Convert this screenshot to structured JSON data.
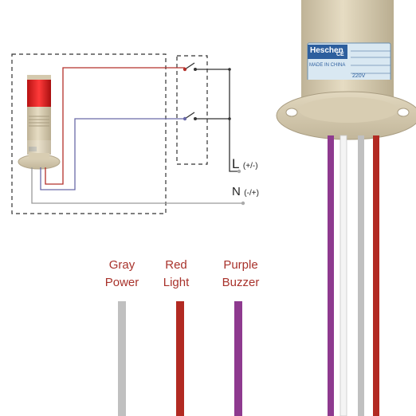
{
  "terminals": {
    "line": {
      "letter": "L",
      "polarity": "(+/-)"
    },
    "neutral": {
      "letter": "N",
      "polarity": "(-/+)"
    }
  },
  "product": {
    "brand": "Heschen",
    "origin": "MADE IN CHINA",
    "mark": "CE",
    "rating": "220V"
  },
  "wires": [
    {
      "color_name": "Gray",
      "function": "Power",
      "color": "#c0c0c0"
    },
    {
      "color_name": "Red",
      "function": "Light",
      "color": "#b22a22"
    },
    {
      "color_name": "Purple",
      "function": "Buzzer",
      "color": "#8e3a8f"
    }
  ],
  "colors": {
    "label_text": "#a8322b",
    "red_circuit": "#b3302a",
    "blue_circuit": "#6a6aa8",
    "gray_circuit": "#9a9a9a",
    "housing": "#d8cdb2",
    "lamp": "#e02424"
  }
}
